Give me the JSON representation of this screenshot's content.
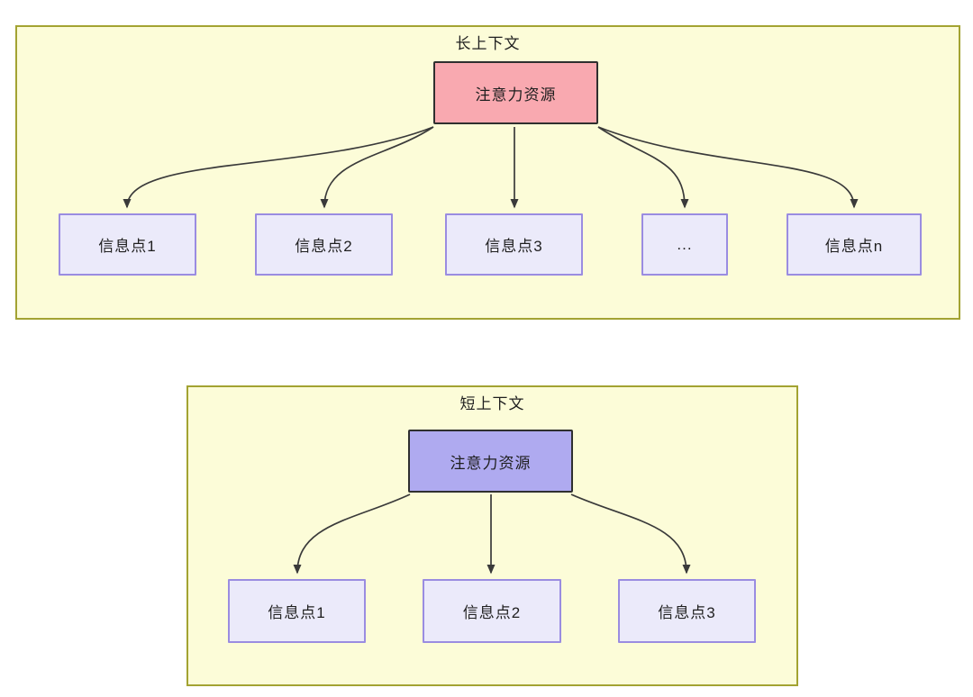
{
  "diagram": {
    "long_context": {
      "title": "长上下文",
      "source_label": "注意力资源",
      "targets": [
        "信息点1",
        "信息点2",
        "信息点3",
        "...",
        "信息点n"
      ]
    },
    "short_context": {
      "title": "短上下文",
      "source_label": "注意力资源",
      "targets": [
        "信息点1",
        "信息点2",
        "信息点3"
      ]
    },
    "colors": {
      "container_fill": "#fcfcd8",
      "container_border": "#a3a332",
      "long_source_fill": "#f9a9b0",
      "short_source_fill": "#afaaf0",
      "target_fill": "#ebeafa",
      "target_border": "#9a8ce1",
      "node_border": "#2f2f2f",
      "arrow": "#3a3a3a",
      "text": "#1f1f1f"
    }
  }
}
